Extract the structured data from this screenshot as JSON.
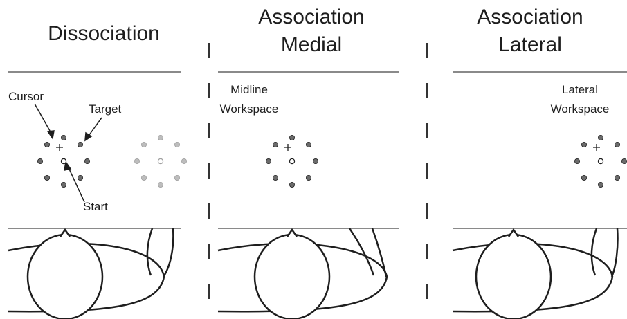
{
  "panels": [
    {
      "title": "Dissociation",
      "workspace": ""
    },
    {
      "title_line1": "Association",
      "title_line2": "Medial",
      "workspace_line1": "Midline",
      "workspace_line2": "Workspace"
    },
    {
      "title_line1": "Association",
      "title_line2": "Lateral",
      "workspace_line1": "Lateral",
      "workspace_line2": "Workspace"
    }
  ],
  "annotations": {
    "cursor": "Cursor",
    "target": "Target",
    "start": "Start"
  },
  "colors": {
    "ink": "#1e1e1e",
    "target_dark": "#6b6b6b",
    "target_light": "#bdbdbd",
    "line": "#8a8a8a"
  }
}
